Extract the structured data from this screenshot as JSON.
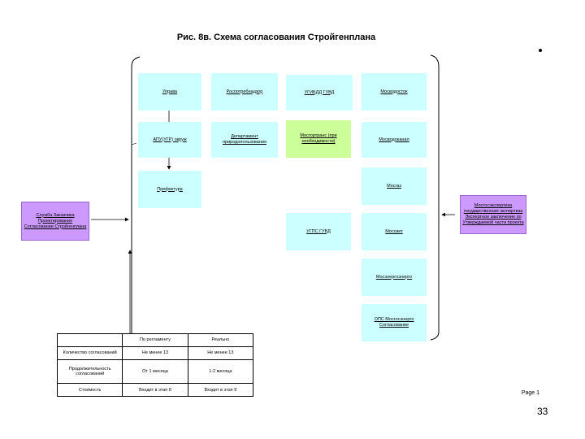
{
  "title": "Рис. 8в. Схема согласования Стройгенплана",
  "boxes": {
    "uprava": "Управа",
    "rospotreb": "Роспотребнадзор",
    "ugibdd": "УГИБДД ГУВД",
    "mosvodostok": "Мосводосток",
    "apu": "АПУ(УГР) окруж",
    "priroda": "Департамент природопользования",
    "mosgortrans": "Мосгортранс (при необходимости)",
    "mosvodokanal": "Мосводоканал",
    "prefektura": "Префектура",
    "mosgaz": "Мосгаз",
    "sluzhba": "Служба Заказчика Проектирование Согласование Стройгенплана",
    "ugps": "УГПС ГУВД",
    "mossvet": "Моссвет",
    "mosexpertiza": "Мосгосэкспертиза государственная экспертиза Экспертное заключение по Утверждаемой части проекта",
    "mosenergo": "Мосэнергоэнерго",
    "ops": "ОПС Мосгосэнерго Согласование"
  },
  "table": {
    "headers": [
      "",
      "По регламенту",
      "Реально"
    ],
    "rows": [
      [
        "Количество согласований",
        "Не менее 13",
        "Не менее 13"
      ],
      [
        "Продолжительность согласований",
        "От 1 месяца",
        "1-2 месяца"
      ],
      [
        "Стоимость",
        "Входит в этап 8",
        "Входит в этап 9"
      ]
    ]
  },
  "footer": {
    "page_label": "Page 1",
    "page_number": "33"
  }
}
